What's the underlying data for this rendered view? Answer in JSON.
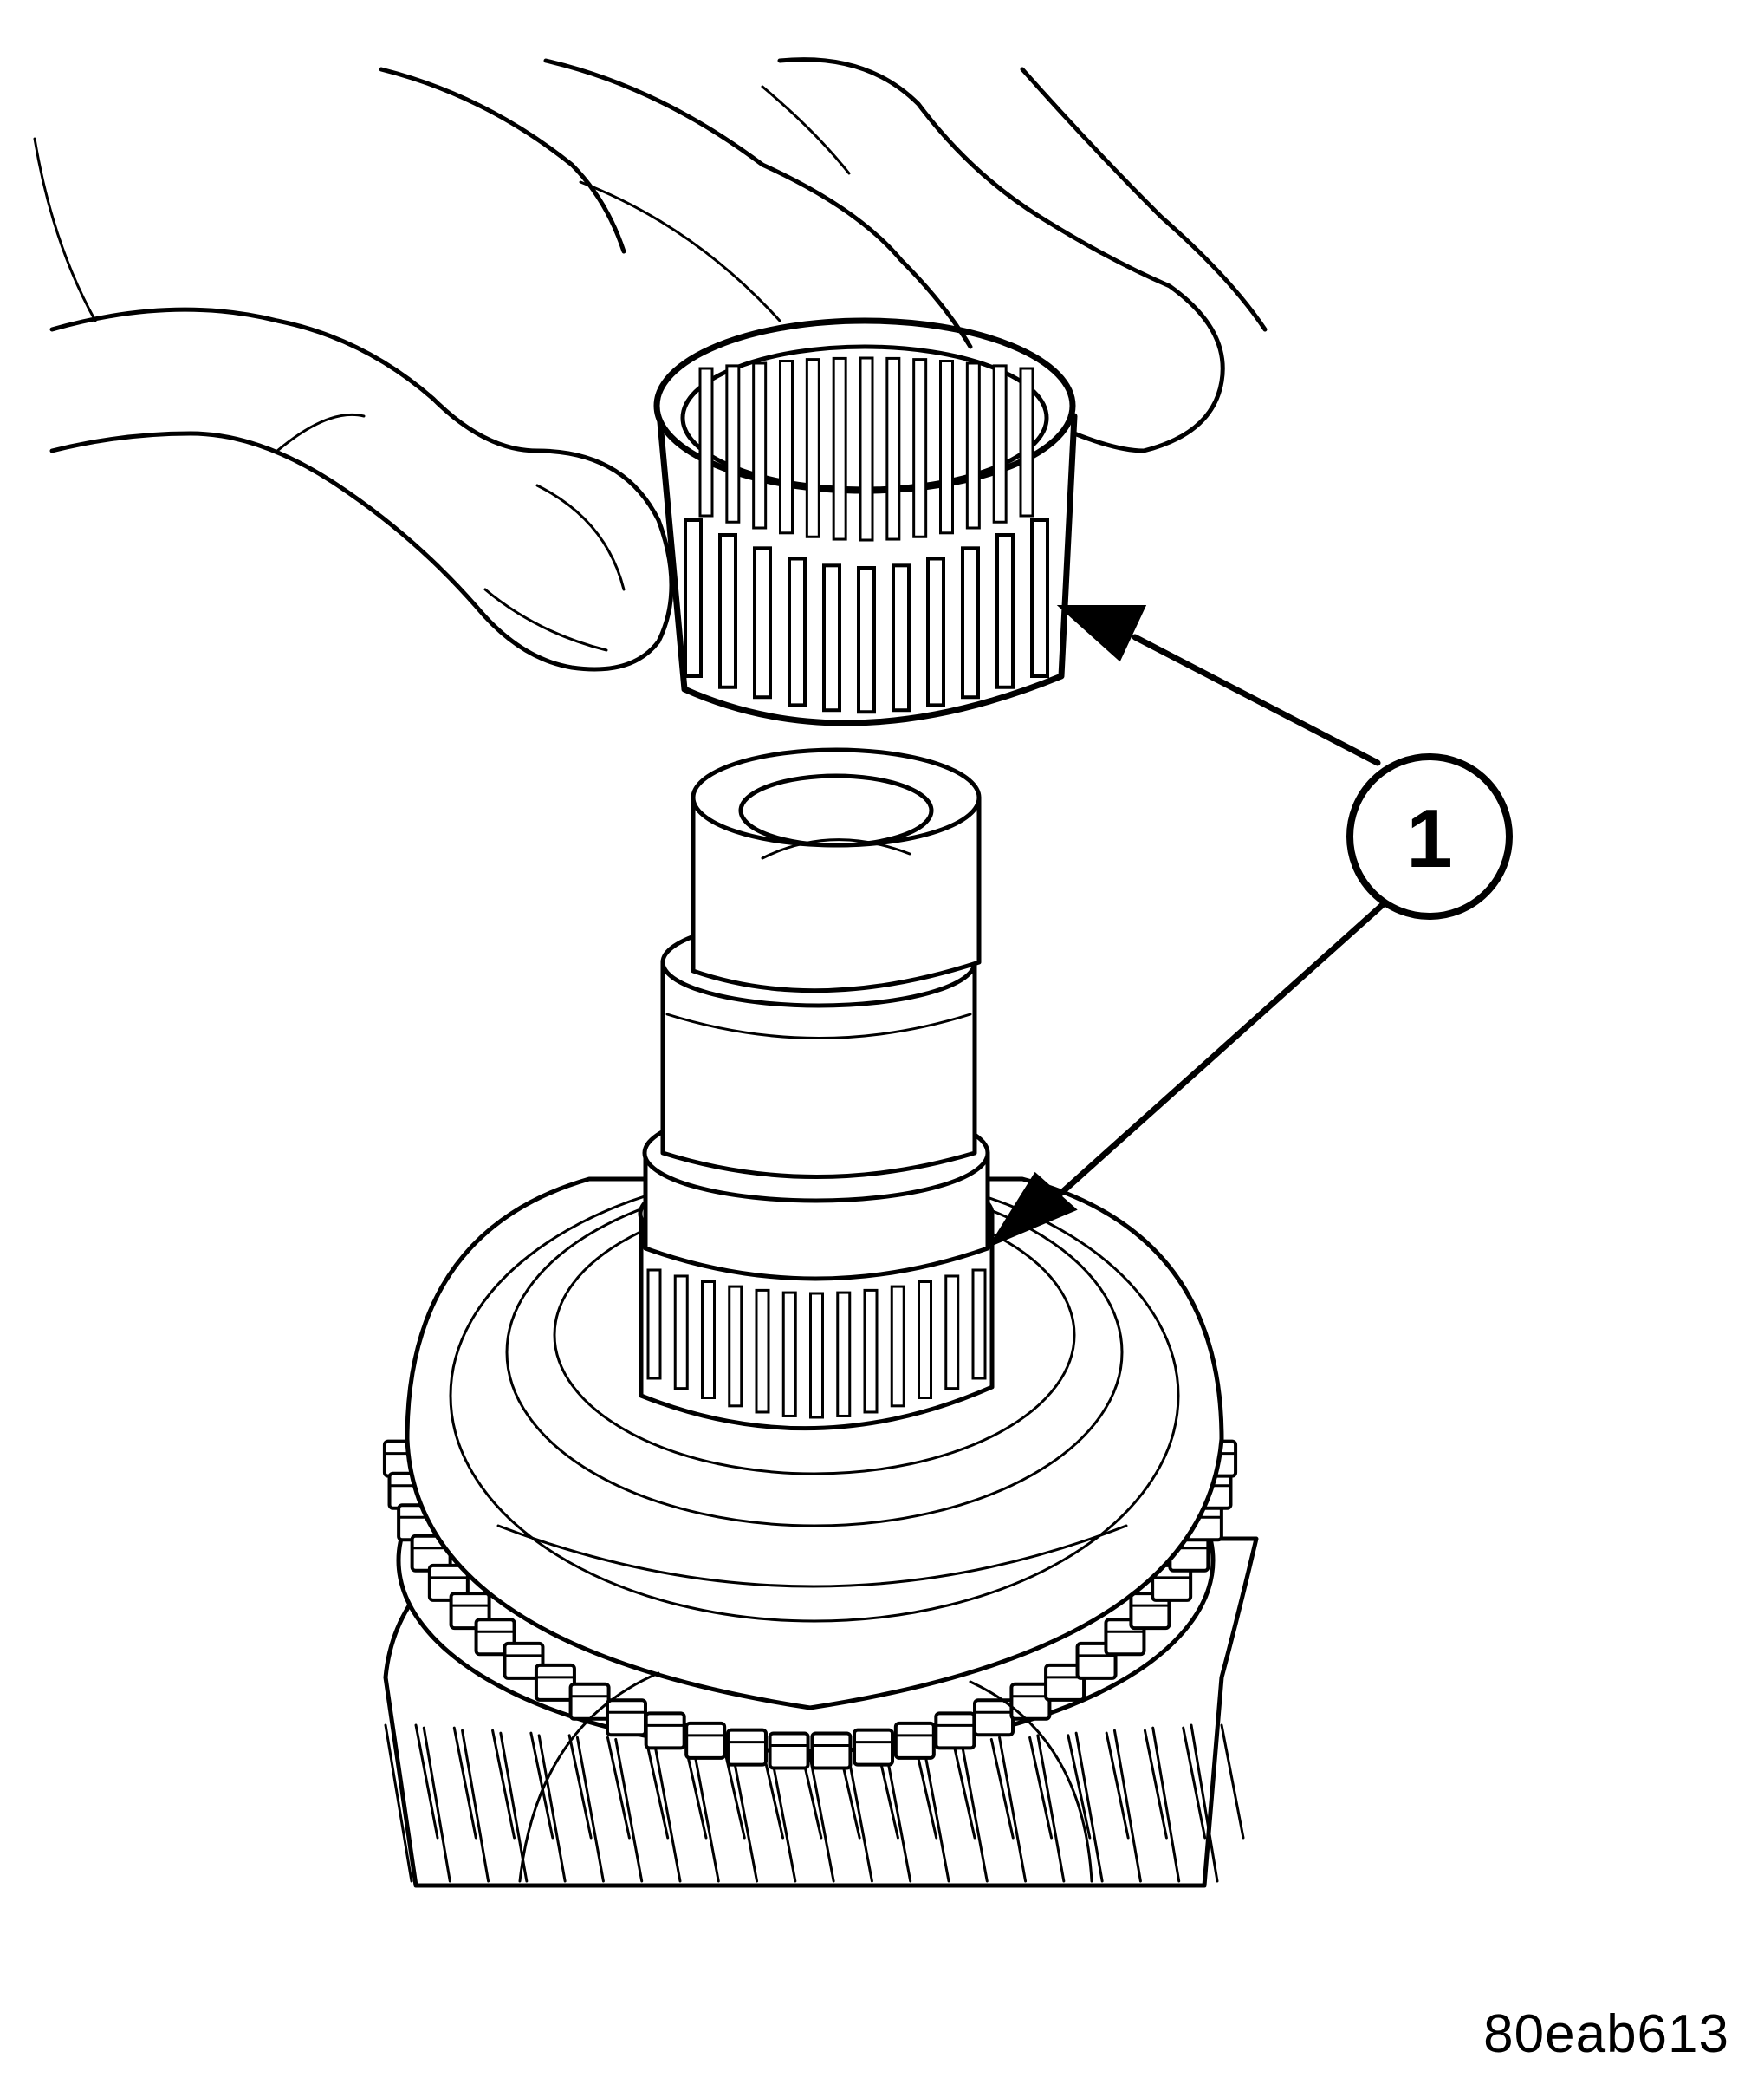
{
  "diagram": {
    "callout": {
      "label": "1"
    },
    "figure_code": "80eab613",
    "colors": {
      "ink": "#000000",
      "paper": "#ffffff"
    },
    "icons": {
      "hand": "hand-illustration",
      "bearing": "needle-bearing-illustration",
      "shaft": "shaft-illustration",
      "gear": "gear-illustration"
    }
  }
}
